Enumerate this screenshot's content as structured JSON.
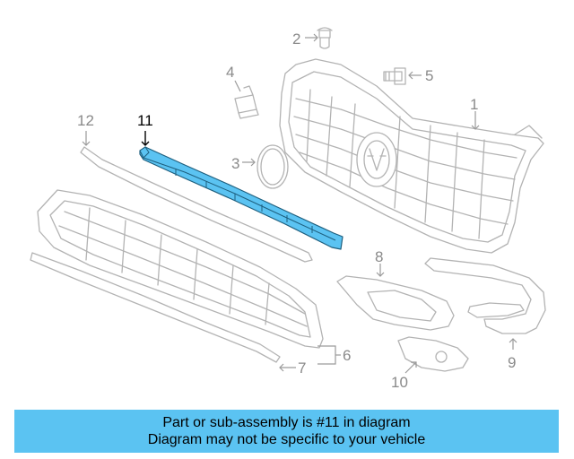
{
  "callouts": {
    "c1": "1",
    "c2": "2",
    "c3": "3",
    "c4": "4",
    "c5": "5",
    "c6": "6",
    "c7": "7",
    "c8": "8",
    "c9": "9",
    "c10": "10",
    "c11": "11",
    "c12": "12"
  },
  "highlight_color": "#5bc3f2",
  "banner": {
    "line1": "Part or sub-assembly is #11 in diagram",
    "line2": "Diagram may not be specific to your vehicle"
  }
}
